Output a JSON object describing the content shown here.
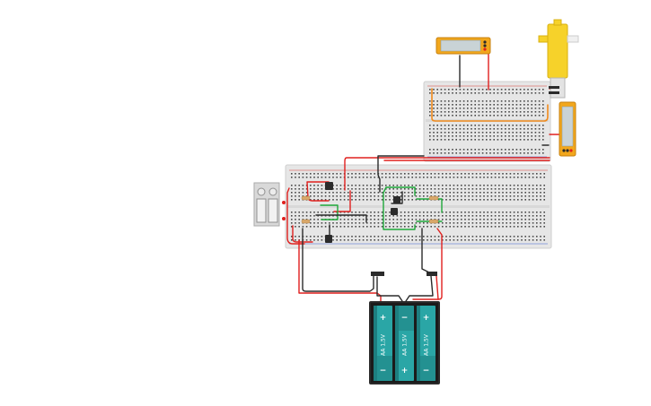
{
  "colors": {
    "breadboard": "#e6e6e6",
    "breadboard_edge": "#cfcfcf",
    "hole": "#4a4a4a",
    "rail_red": "#d33a32",
    "rail_blue": "#3a5fcc",
    "wire_red": "#e0201e",
    "wire_black": "#2b2b2b",
    "wire_green": "#1fa83a",
    "wire_orange": "#f08a1c",
    "multimeter_body": "#f2a71c",
    "multimeter_screen": "#c9d3d6",
    "motor_yellow": "#f6d22a",
    "battery_case": "#2a2a2a",
    "battery_cell": "#2aa6a6",
    "battery_cell_dark": "#1d7f80"
  },
  "components": {
    "breadboard_top": "breadboard",
    "breadboard_main": "breadboard",
    "multimeter_top": "multimeter",
    "multimeter_right": "multimeter",
    "dc_motor": "dc-motor",
    "pushbuttons": "pushbutton",
    "transistors": "transistor",
    "resistors": "resistor",
    "battery_pack": "4xAA-battery-holder"
  },
  "battery": {
    "cells": [
      {
        "label": "AA 1,5V",
        "top_sign": "+",
        "bottom_sign": "−"
      },
      {
        "label": "AA 1,5V",
        "top_sign": "−",
        "bottom_sign": "+"
      },
      {
        "label": "AA 1,5V",
        "top_sign": "+",
        "bottom_sign": "−"
      }
    ]
  }
}
